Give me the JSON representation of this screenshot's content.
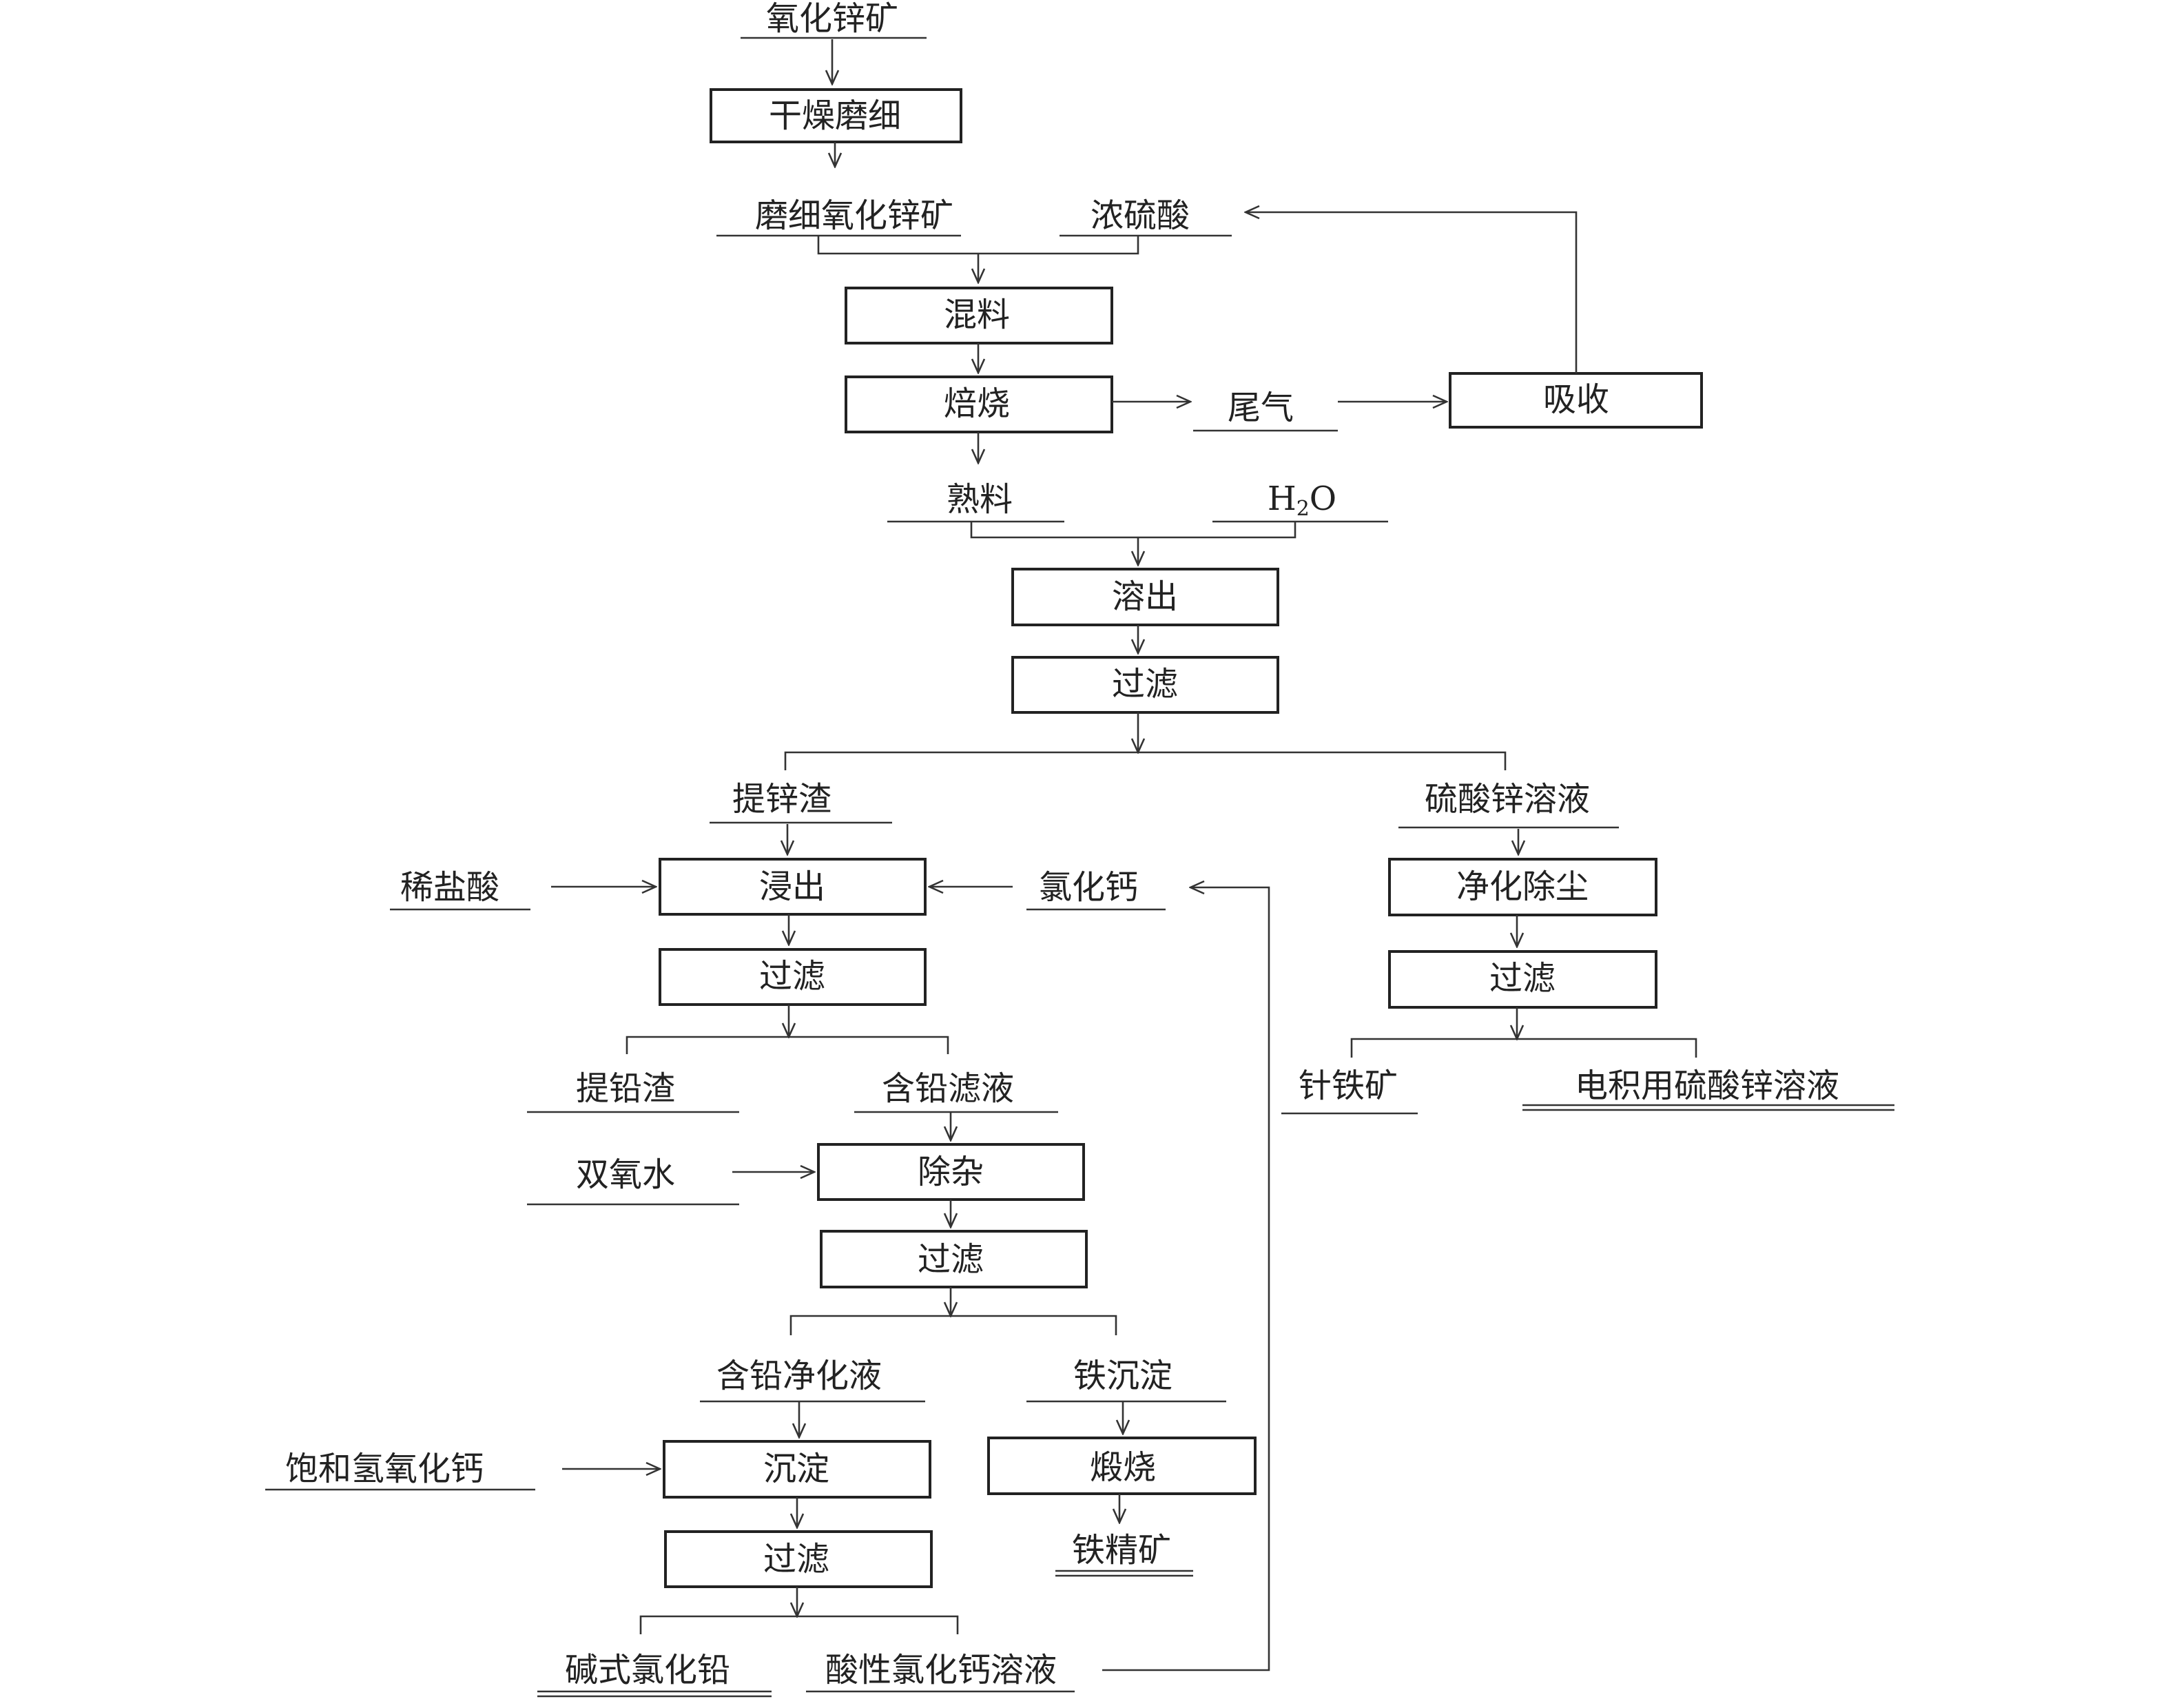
{
  "materials": {
    "ore": "氧化锌矿",
    "ground_ore": "磨细氧化锌矿",
    "conc_sulfuric_acid": "浓硫酸",
    "tail_gas": "尾气",
    "clinker": "熟料",
    "water": {
      "main": "H",
      "sub": "2",
      "tail": "O"
    },
    "zinc_residue": "提锌渣",
    "zinc_sulfate_solution": "硫酸锌溶液",
    "dilute_hcl": "稀盐酸",
    "calcium_chloride": "氯化钙",
    "lead_residue": "提铅渣",
    "lead_filtrate": "含铅滤液",
    "hydrogen_peroxide": "双氧水",
    "goethite": "针铁矿",
    "electrowinning_solution": "电积用硫酸锌溶液",
    "lead_purified_solution": "含铅净化液",
    "iron_precipitate": "铁沉淀",
    "saturated_caoh2": "饱和氢氧化钙",
    "iron_concentrate": "铁精矿",
    "basic_lead_chloride": "碱式氯化铅",
    "acidic_cacl2_solution": "酸性氯化钙溶液"
  },
  "steps": {
    "dry_grind": "干燥磨细",
    "mix": "混料",
    "roast": "焙烧",
    "absorb": "吸收",
    "dissolve": "溶出",
    "filter_1": "过滤",
    "leach": "浸出",
    "purify_dust": "净化除尘",
    "filter_2": "过滤",
    "filter_3": "过滤",
    "remove_impurities": "除杂",
    "filter_4": "过滤",
    "precipitate": "沉淀",
    "calcine": "煅烧",
    "filter_5": "过滤"
  }
}
